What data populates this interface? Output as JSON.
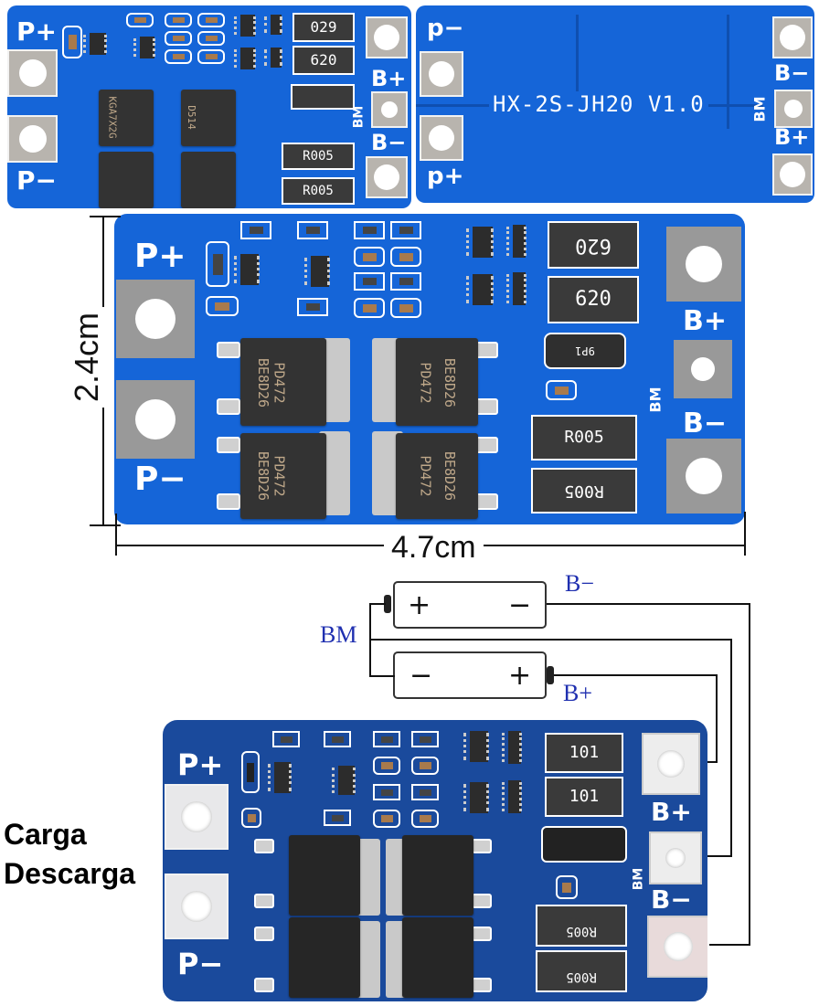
{
  "board_top_left": {
    "labels": {
      "p_plus": "P+",
      "p_minus": "P−",
      "b_plus": "B+",
      "b_minus": "B−",
      "bm": "BM"
    },
    "resistors": [
      "029",
      "620",
      "R005",
      "R005"
    ],
    "mosfet_marking": [
      "KGA7X2G",
      "D514"
    ]
  },
  "board_top_right": {
    "labels": {
      "p_minus": "p−",
      "p_plus": "p+",
      "b_minus": "B−",
      "b_plus": "B+",
      "bm": "BM"
    },
    "model": "HX-2S-JH20 V1.0"
  },
  "board_middle": {
    "labels": {
      "p_plus": "P+",
      "p_minus": "P−",
      "b_plus": "B+",
      "b_minus": "B−",
      "bm": "BM"
    },
    "resistors": [
      "620",
      "620",
      "R005",
      "R005"
    ],
    "diode": "9P1",
    "mosfet_marking": [
      "PD472",
      "BE8D26"
    ],
    "dimensions": {
      "height": "2.4cm",
      "width": "4.7cm"
    }
  },
  "wiring_diagram": {
    "battery_top": {
      "left": "+",
      "right": "−"
    },
    "battery_bottom": {
      "left": "−",
      "right": "+"
    },
    "labels": {
      "b_minus": "B−",
      "b_plus": "B+",
      "bm": "BM"
    }
  },
  "board_bottom": {
    "labels": {
      "p_plus": "P+",
      "p_minus": "P−",
      "b_plus": "B+",
      "b_minus": "B−",
      "bm": "BM"
    },
    "resistors": [
      "101",
      "101",
      "R005",
      "R005"
    ],
    "side_labels": [
      "Carga",
      "Descarga"
    ]
  },
  "colors": {
    "pcb_blue": "#1565d8",
    "diagram_blue": "#2030b0"
  }
}
